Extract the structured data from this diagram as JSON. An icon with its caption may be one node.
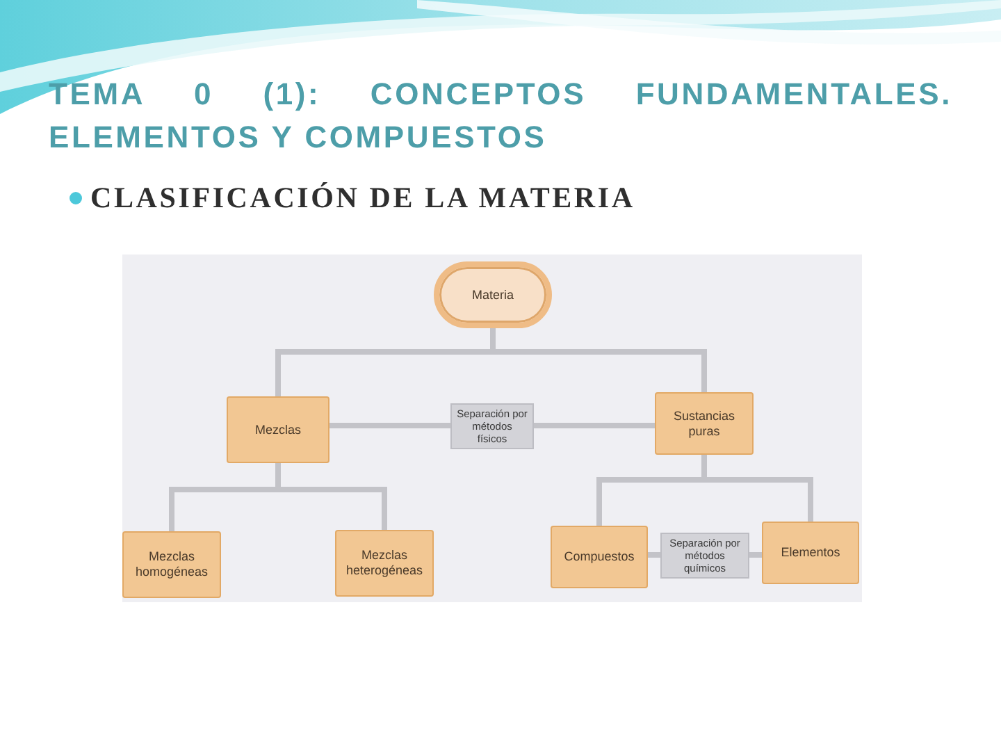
{
  "diagram": {
    "title": "TEMA 0 (1): CONCEPTOS FUNDAMENTALES. ELEMENTOS Y COMPUESTOS",
    "nodes": [
      {
        "text": [
          "Materia"
        ]
      },
      {
        "text": [
          "Mezclas"
        ]
      },
      {
        "text": [
          "Sustancias puras"
        ]
      },
      {
        "text": [
          "Mezclas homogéneas"
        ]
      },
      {
        "text": [
          "Mezclas heterogéneas"
        ]
      },
      {
        "text": [
          "Compuestos"
        ]
      },
      {
        "text": [
          "Elementos"
        ]
      }
    ],
    "edges": [
      {
        "from": 0,
        "to": 1,
        "arrow": "none"
      },
      {
        "from": 0,
        "to": 2,
        "arrow": "none"
      },
      {
        "from": 1,
        "to": 3,
        "arrow": "none"
      },
      {
        "from": 1,
        "to": 4,
        "arrow": "none"
      },
      {
        "from": 2,
        "to": 5,
        "arrow": "none"
      },
      {
        "from": 2,
        "to": 6,
        "arrow": "none"
      },
      {
        "from": 1,
        "to": 2,
        "arrow": "none",
        "label": "Separación por métodos físicos"
      },
      {
        "from": 5,
        "to": 6,
        "arrow": "none",
        "label": "Separación por métodos químicos"
      }
    ],
    "labels": [
      "CLASIFICACIÓN DE LA MATERIA"
    ]
  }
}
